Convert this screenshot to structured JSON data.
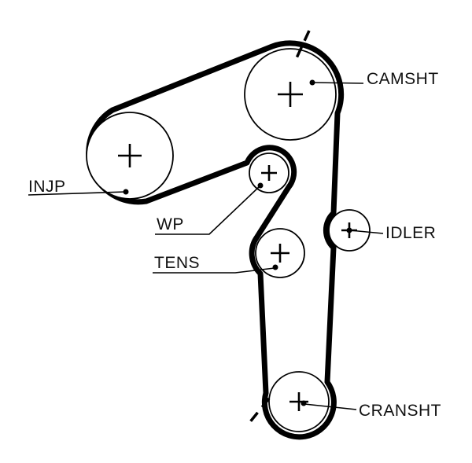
{
  "diagram": {
    "type": "timing-belt-routing-diagram",
    "background_color": "#ffffff",
    "line_color": "#000000",
    "text_color": "#111111",
    "labels": {
      "injp": "INJP",
      "camsht": "CAMSHT",
      "wp": "WP",
      "tens": "TENS",
      "idler": "IDLER",
      "cransht": "CRANSHT"
    },
    "parts": [
      {
        "label": "INJP",
        "meaning": "injection-pump-pulley"
      },
      {
        "label": "CAMSHT",
        "meaning": "camshaft-pulley"
      },
      {
        "label": "WP",
        "meaning": "water-pump-pulley"
      },
      {
        "label": "TENS",
        "meaning": "tensioner-pulley"
      },
      {
        "label": "IDLER",
        "meaning": "idler-pulley"
      },
      {
        "label": "CRANSHT",
        "meaning": "crankshaft-pulley"
      }
    ]
  }
}
